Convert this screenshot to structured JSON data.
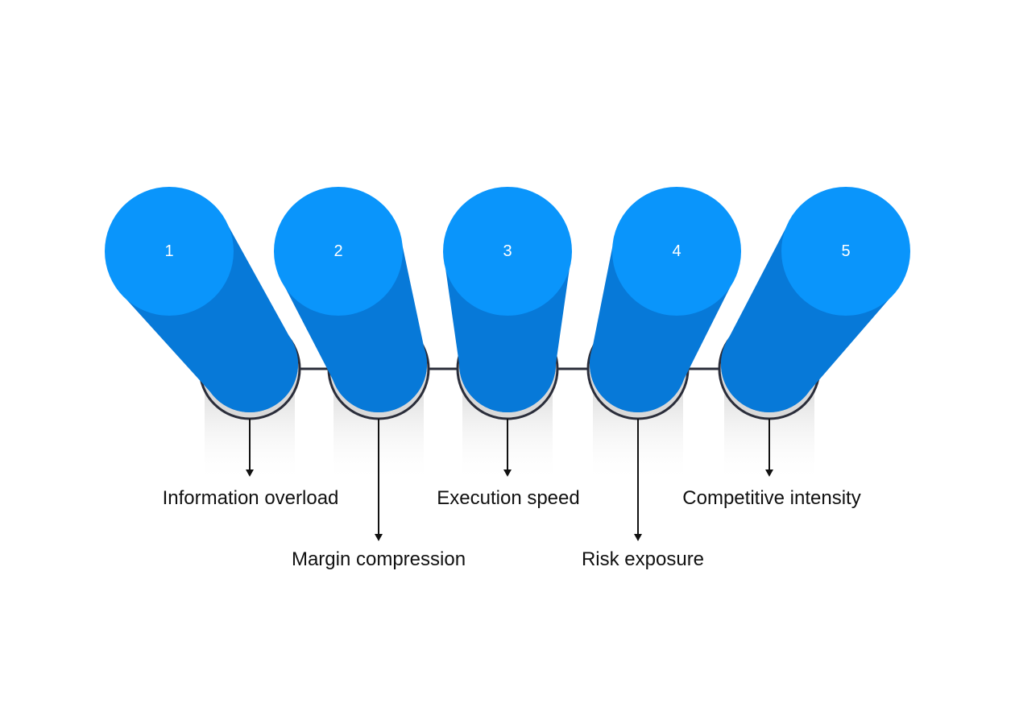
{
  "colors": {
    "cylinder_top": "#0a95fb",
    "cylinder_body": "#0779d8",
    "connector": "#2a2d3a",
    "shadow": "#e6e6e6",
    "text": "#111111"
  },
  "items": [
    {
      "number": "1",
      "label": "Information overload"
    },
    {
      "number": "2",
      "label": "Margin compression"
    },
    {
      "number": "3",
      "label": "Execution speed"
    },
    {
      "number": "4",
      "label": "Risk exposure"
    },
    {
      "number": "5",
      "label": "Competitive intensity"
    }
  ]
}
